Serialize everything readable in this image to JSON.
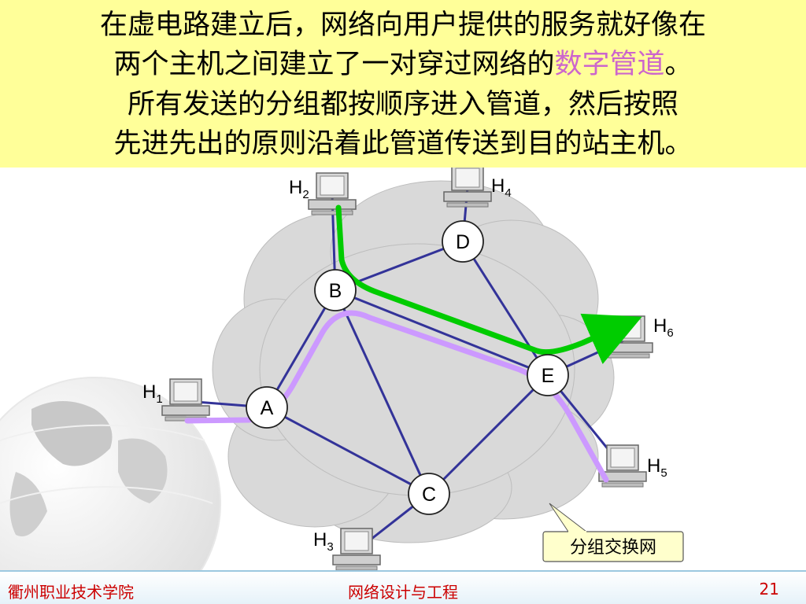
{
  "header": {
    "line1": "在虚电路建立后，网络向用户提供的服务就好像在",
    "line2_before": "两个主机之间建立了一对穿过网络的",
    "line2_highlight": "数字管道",
    "line2_after": "。",
    "line3": "所有发送的分组都按顺序进入管道，然后按照",
    "line4": "先进先出的原则沿着此管道传送到目的站主机。"
  },
  "diagram": {
    "nodes": [
      {
        "id": "A",
        "label": "A"
      },
      {
        "id": "B",
        "label": "B"
      },
      {
        "id": "C",
        "label": "C"
      },
      {
        "id": "D",
        "label": "D"
      },
      {
        "id": "E",
        "label": "E"
      }
    ],
    "hosts": [
      {
        "id": "H1",
        "letter": "H",
        "sub": "1"
      },
      {
        "id": "H2",
        "letter": "H",
        "sub": "2"
      },
      {
        "id": "H3",
        "letter": "H",
        "sub": "3"
      },
      {
        "id": "H4",
        "letter": "H",
        "sub": "4"
      },
      {
        "id": "H5",
        "letter": "H",
        "sub": "5"
      },
      {
        "id": "H6",
        "letter": "H",
        "sub": "6"
      }
    ],
    "links": [
      [
        "A",
        "B"
      ],
      [
        "A",
        "C"
      ],
      [
        "B",
        "C"
      ],
      [
        "B",
        "D"
      ],
      [
        "B",
        "E"
      ],
      [
        "D",
        "E"
      ],
      [
        "C",
        "E"
      ],
      [
        "A",
        "H1"
      ],
      [
        "B",
        "H2"
      ],
      [
        "C",
        "H3"
      ],
      [
        "D",
        "H4"
      ],
      [
        "E",
        "H5"
      ],
      [
        "E",
        "H6"
      ]
    ],
    "paths": [
      {
        "name": "H2-H6",
        "color": "#00cc00",
        "route": [
          "H2",
          "B",
          "E",
          "H6"
        ]
      },
      {
        "name": "H1-H5",
        "color": "#cc99ff",
        "route": [
          "H1",
          "A",
          "B",
          "E",
          "H5"
        ]
      }
    ],
    "cloud_label": "分组交换网",
    "link_color": "#333399",
    "cloud_color": "#d9d9d9"
  },
  "footer": {
    "left": "衢州职业技术学院",
    "center": "网络设计与工程",
    "page": "21"
  }
}
